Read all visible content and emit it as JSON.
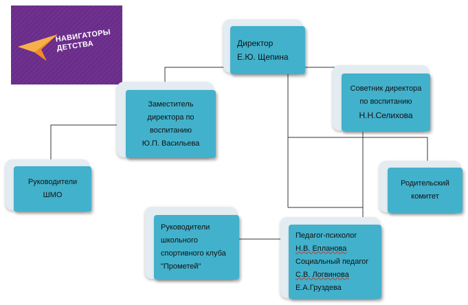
{
  "logo": {
    "line1": "НАВИГАТОРЫ",
    "line2": "ДЕТСТВА",
    "colors": {
      "background": "#6a2c8a",
      "star": "#f08a2a"
    }
  },
  "nodes": {
    "director": {
      "line1": "Директор",
      "line2": "Е.Ю. Щепина"
    },
    "deputy": {
      "lines": [
        "Заместитель",
        "директора по",
        "воспитанию",
        "Ю.П. Васильева"
      ]
    },
    "advisor": {
      "lines": [
        "Советник директора",
        "по воспитанию",
        "Н.Н.Селихова"
      ]
    },
    "shmo": {
      "lines": [
        "Руководители",
        "ШМО"
      ]
    },
    "parents": {
      "lines": [
        "Родительский",
        "комитет"
      ]
    },
    "sport_club": {
      "lines": [
        "Руководители",
        "школьного",
        "спортивного клуба",
        "\"Прометей\""
      ]
    },
    "staff": {
      "line1": "Педагог-психолог",
      "line2": "Н.В. Епланова",
      "line3": "Социальный педагог",
      "line4": "С.В. Логвинова",
      "line5": "Е.А.Груздева"
    }
  },
  "colors": {
    "box": "#42b1cc",
    "box_back": "#e3ecf1",
    "line": "#333333"
  }
}
